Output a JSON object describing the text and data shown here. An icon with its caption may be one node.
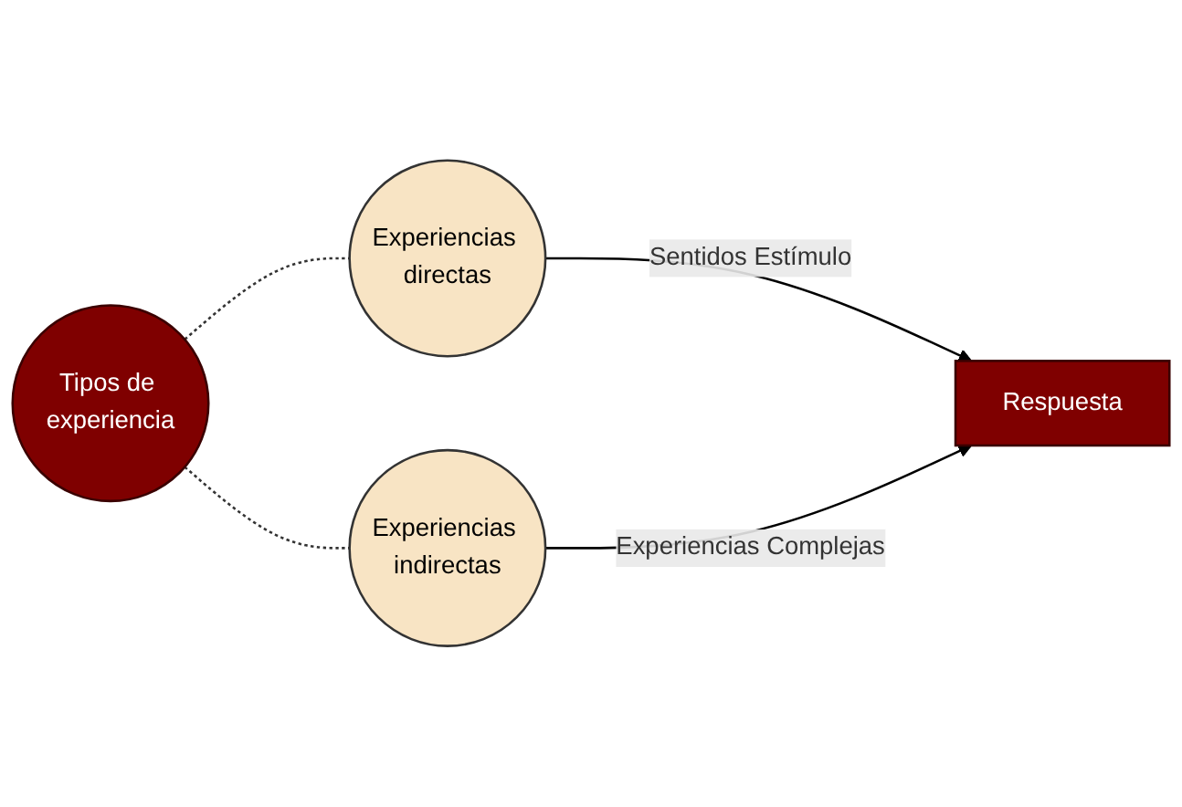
{
  "diagram": {
    "nodes": [
      {
        "text": [
          "Tipos de experiencia"
        ]
      },
      {
        "text": [
          "Experiencias directas"
        ]
      },
      {
        "text": [
          "Experiencias indirectas"
        ]
      },
      {
        "text": [
          "Respuesta"
        ]
      }
    ],
    "edges": [
      {
        "from": 0,
        "to": 1,
        "arrow": "none",
        "style": "dashed"
      },
      {
        "from": 0,
        "to": 2,
        "arrow": "none",
        "style": "dashed"
      },
      {
        "from": 1,
        "to": 3,
        "arrow": "to",
        "label": "Sentidos Estímulo"
      },
      {
        "from": 2,
        "to": 3,
        "arrow": "to",
        "label": "Experiencias Complejas"
      }
    ]
  }
}
